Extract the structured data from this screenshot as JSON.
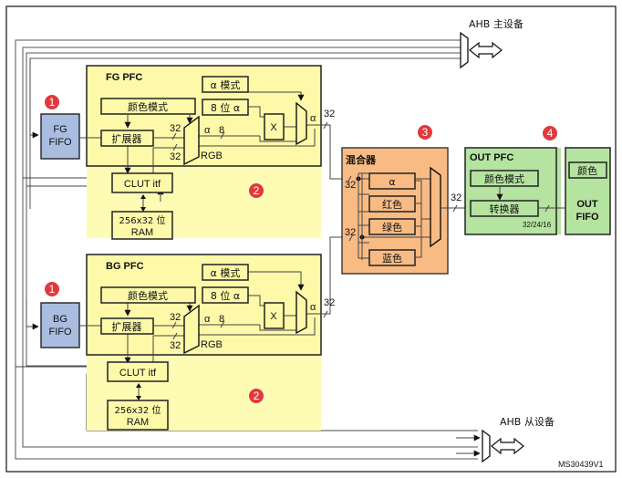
{
  "colors": {
    "yellow_region": "#fefbb5",
    "yellow_box": "#fdf9a8",
    "fifo_blue": "#a8bde0",
    "mixer_orange": "#f8bb84",
    "out_green": "#b5e3a0",
    "badge_red": "#e03a3e"
  },
  "ahb_master": {
    "label": "AHB 主设备"
  },
  "ahb_slave": {
    "label": "AHB 从设备"
  },
  "figure_id": "MS30439V1",
  "badges": [
    "1",
    "2",
    "3",
    "4"
  ],
  "fg": {
    "fifo_line1": "FG",
    "fifo_line2": "FIFO",
    "pfc_title": "FG PFC",
    "color_mode": "颜色模式",
    "expander": "扩展器",
    "alpha_mode": "α 模式",
    "alpha_8bit": "8 位 α",
    "multiply": "X",
    "clut": "CLUT itf",
    "ram_line1": "256x32 位",
    "ram_line2": "RAM",
    "bw_in_top": "32",
    "bw_in_bottom": "32",
    "alpha_label": "α",
    "bw_alpha": "8",
    "rgb_label": "RGB",
    "out_alpha": "α",
    "bw_out": "32"
  },
  "bg": {
    "fifo_line1": "BG",
    "fifo_line2": "FIFO",
    "pfc_title": "BG PFC",
    "color_mode": "颜色模式",
    "expander": "扩展器",
    "alpha_mode": "α 模式",
    "alpha_8bit": "8 位 α",
    "multiply": "X",
    "clut": "CLUT itf",
    "ram_line1": "256x32 位",
    "ram_line2": "RAM",
    "bw_in_top": "32",
    "bw_in_bottom": "32",
    "alpha_label": "α",
    "bw_alpha": "8",
    "rgb_label": "RGB",
    "out_alpha": "α",
    "bw_out": "32"
  },
  "mixer": {
    "title": "混合器",
    "channels": [
      "α",
      "红色",
      "绿色",
      "蓝色"
    ],
    "bw_fg": "32",
    "bw_bg": "32",
    "bw_out": "32"
  },
  "out_pfc": {
    "title": "OUT PFC",
    "color_mode": "颜色模式",
    "converter": "转换器",
    "formats": "32/24/16"
  },
  "out_fifo": {
    "color": "颜色",
    "line1": "OUT",
    "line2": "FIFO"
  }
}
